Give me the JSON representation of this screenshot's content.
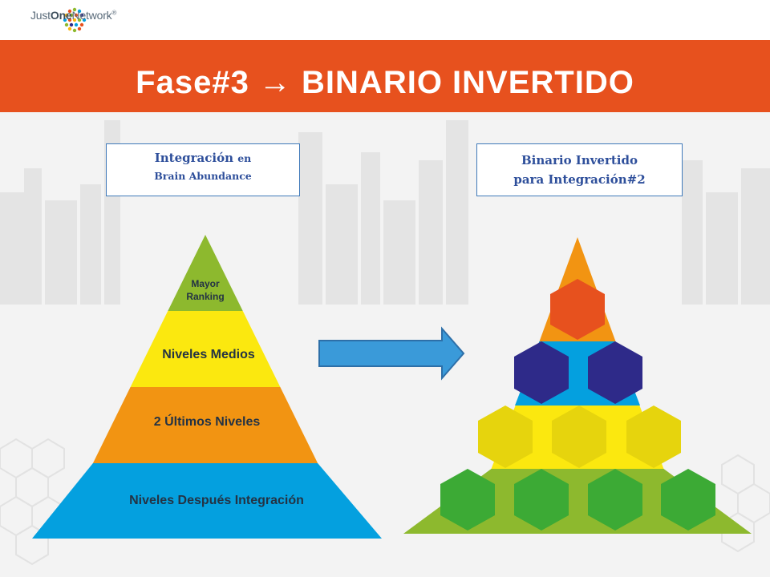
{
  "header": {
    "logo_text_part1": "Just",
    "logo_text_part2": "One",
    "logo_text_part3": "Network",
    "logo_reg": "®"
  },
  "banner": {
    "title": "Fase#3 → BINARIO INVERTIDO",
    "color": "#e7511e"
  },
  "left_box": {
    "line1_a": "Integración",
    "line1_b": "en",
    "line2": "Brain Abundance"
  },
  "right_box": {
    "line1": "Binario Invertido",
    "line2": "para Integración#2"
  },
  "left_pyramid": {
    "levels": [
      {
        "label_1": "Mayor",
        "label_2": "Ranking",
        "color": "#8db92e"
      },
      {
        "label": "Niveles Medios",
        "color": "#fbe80f"
      },
      {
        "label": "2 Últimos Niveles",
        "color": "#f29412"
      },
      {
        "label": "Niveles Después Integración",
        "color": "#04a0df"
      }
    ]
  },
  "arrow": {
    "icon": "right-arrow-icon",
    "color": "#3a9ad9"
  },
  "right_pyramid": {
    "levels": [
      {
        "color": "#f29412",
        "hex_color": "#e7511e",
        "hex_count": 1
      },
      {
        "color": "#04a0df",
        "hex_color": "#2e2a89",
        "hex_count": 2
      },
      {
        "color": "#fbe80f",
        "hex_color": "#e6d40d",
        "hex_count": 3
      },
      {
        "color": "#8db92e",
        "hex_color": "#3caa35",
        "hex_count": 4
      }
    ]
  }
}
